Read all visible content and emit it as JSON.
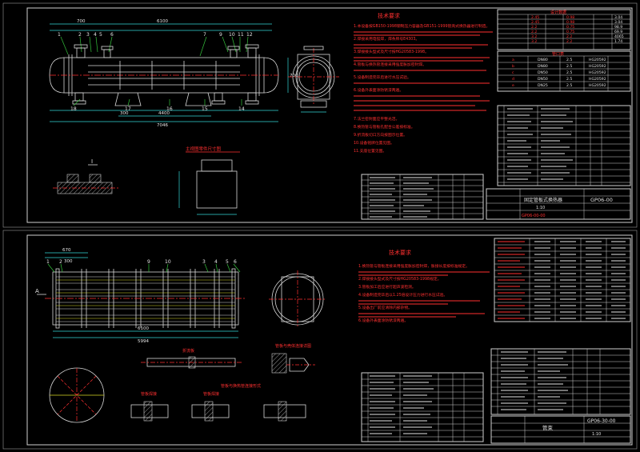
{
  "sheet1": {
    "tech_req_title": "技术要求",
    "tech_notes_1": [
      "1.本设备按GB150-1998钢制压力容器及GB151-1999管壳式换热器进行制造。",
      "2.焊接采用电弧焊，焊条牌号E4303。",
      "3.焊接接头型式及尺寸按HG20583-1998。",
      "4.管板与换热管连接采用强度胀加密封焊。",
      "5.设备制造完毕后进行水压试验。",
      "6.设备外表面涂防锈漆两遍。"
    ],
    "tech_notes_2": [
      "7.法兰密封面应平整光洁。",
      "8.换热管与管板孔配合公差按标准。",
      "9.折流板切口方向按图示位置。",
      "10.设备铭牌位置见图。",
      "11.支座位置见图。"
    ],
    "design_table_title": "设计数据",
    "design_rows": [
      [
        "2.45",
        "0.98",
        "3.04"
      ],
      [
        "2.45",
        "0.98",
        "3.04"
      ],
      [
        "2.2",
        "0.75",
        "98.9"
      ],
      [
        "2.2",
        "0.75",
        "69.9"
      ],
      [
        "3.2",
        "2.2",
        "4065"
      ],
      [
        "3.2",
        "2.2",
        "1.74"
      ]
    ],
    "nozzle_table_title": "管口表",
    "nozzle_rows": [
      [
        "a",
        "DN80",
        "2.5",
        "HG20592"
      ],
      [
        "b",
        "DN80",
        "2.5",
        "HG20592"
      ],
      [
        "c",
        "DN50",
        "2.5",
        "HG20592"
      ],
      [
        "d",
        "DN50",
        "2.5",
        "HG20592"
      ],
      [
        "e",
        "DN25",
        "2.5",
        "HG20592"
      ]
    ],
    "dims": [
      "700",
      "6100",
      "4400",
      "7046",
      "300",
      "700"
    ],
    "detail_title": "主视图零件尺寸图",
    "detail_label": "I",
    "title_block": {
      "name": "固定管板式换热器",
      "drawing_no": "GP06-00",
      "scale": "1:10",
      "code": "GP06-00-00"
    }
  },
  "sheet2": {
    "tech_req_title": "技术要求",
    "tech_notes": [
      "1.换热管与管板连接采用强度胀加密封焊，胀接长度按标准规定。",
      "2.焊接接头型式及尺寸按HG20583-1998规定。",
      "3.管板加工后应进行超声波检测。",
      "4.设备制造完毕后以1.25倍设计压力进行水压试验。",
      "5.设备出厂前应清除内部杂物。",
      "6.设备外表面涂防锈漆两遍。"
    ],
    "dims": [
      "670",
      "300",
      "6100",
      "5994"
    ],
    "section_label": "A",
    "captions": [
      "折流板",
      "管板与换热管连接形式",
      "管板焊接",
      "管板焊接",
      "管板与壳体连接详图"
    ],
    "title_block": {
      "name": "管束",
      "drawing_no": "GP06-30-00",
      "scale": "1:10"
    }
  }
}
